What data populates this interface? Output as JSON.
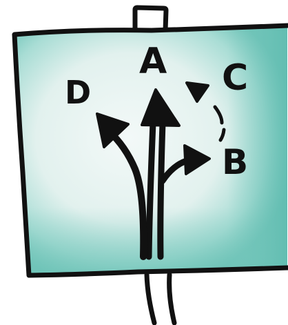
{
  "sign": {
    "labels": {
      "a": "A",
      "b": "B",
      "c": "C",
      "d": "D"
    }
  },
  "colors": {
    "outline": "#111111",
    "board_light": "#e6f3f1",
    "board_teal": "#7cc9bf",
    "background": "#ffffff"
  }
}
